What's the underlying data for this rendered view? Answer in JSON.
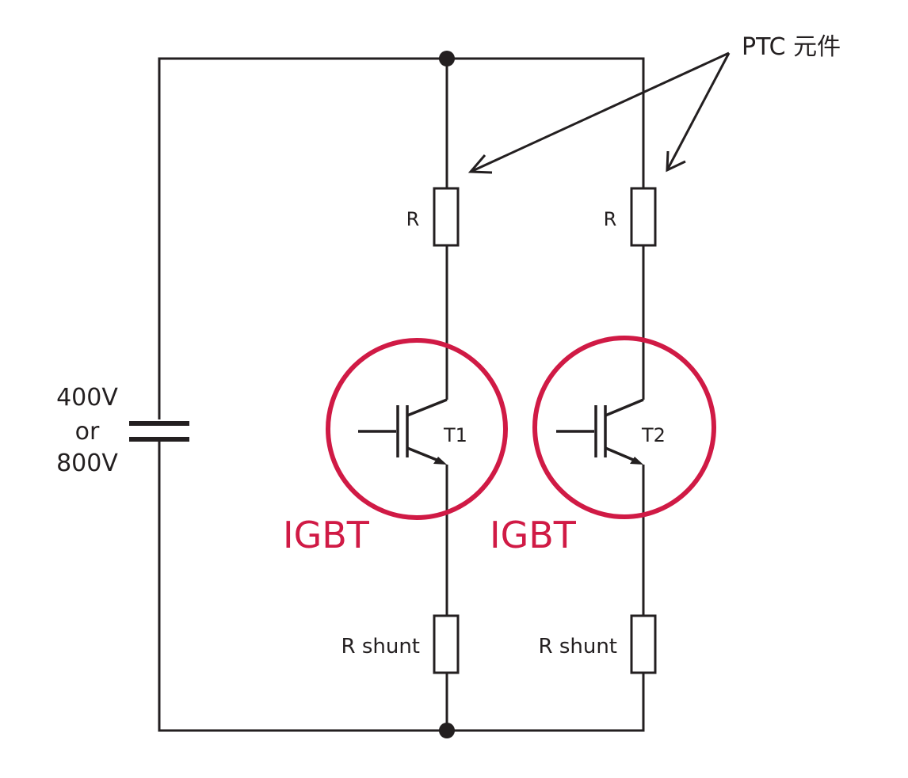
{
  "source_label": {
    "line1": "400V",
    "line2": "or",
    "line3": "800V"
  },
  "ptc_label": "PTC 元件",
  "branches": [
    {
      "resistor_label": "R",
      "transistor_label": "T1",
      "igbt_label": "IGBT",
      "shunt_label": "R shunt"
    },
    {
      "resistor_label": "R",
      "transistor_label": "T2",
      "igbt_label": "IGBT",
      "shunt_label": "R shunt"
    }
  ],
  "colors": {
    "wire": "#231f20",
    "highlight": "#d01a45"
  }
}
